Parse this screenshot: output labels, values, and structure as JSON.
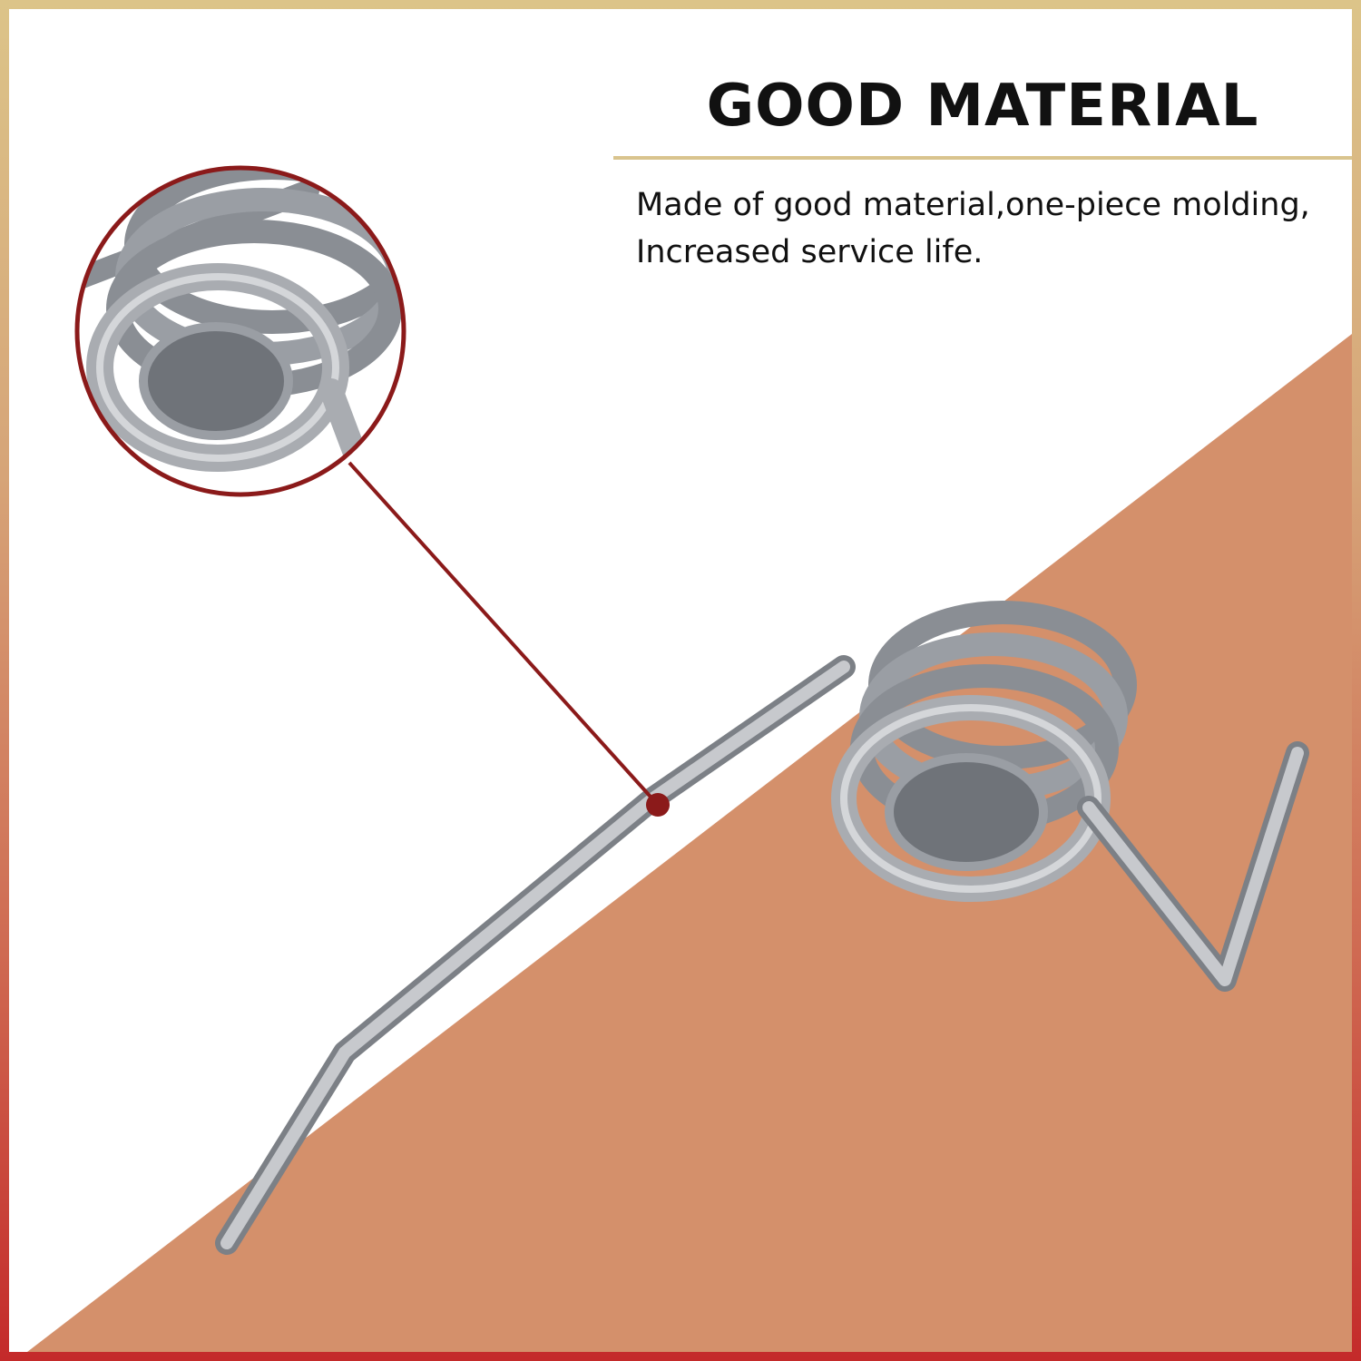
{
  "title": "GOOD MATERIAL",
  "description": {
    "line1": "Made of good material,one-piece molding,",
    "line2": "Increased service life."
  },
  "colors": {
    "frame_top": "#dcc489",
    "frame_bottom": "#c42a2a",
    "accent_rule": "#d9c48e",
    "background_triangle": "#d4906b",
    "callout": "#8b1a1a",
    "spring_steel": "#a9acb1"
  },
  "icons": {
    "spring": "torsion-spring-illustration",
    "zoom": "magnifier-circle"
  }
}
